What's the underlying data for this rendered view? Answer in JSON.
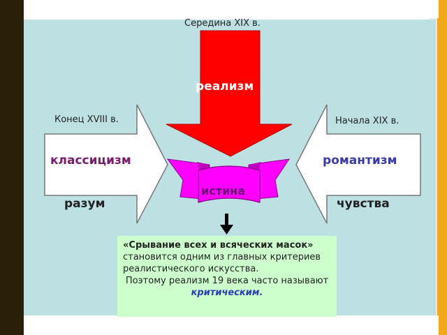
{
  "eras": {
    "mid19": "Середина XIX в.",
    "late18": "Конец XVIII в.",
    "early19": "Начала XIX в."
  },
  "movements": {
    "realism": "реализм",
    "classicism": "классицизм",
    "romanticism": "романтизм",
    "truth": "истина"
  },
  "principles": {
    "reason": "разум",
    "feelings": "чувства"
  },
  "quote": {
    "lead_bold": "«Срывание всех и всяческих масок»",
    "lead_rest": " становится одним из главных критериев реалистического искусства.",
    "line2": "Поэтому реализм 19 века часто называют ",
    "critical": "критическим."
  },
  "colors": {
    "realism_arrow": "#ff0000",
    "ribbon": "#ff00ff",
    "classicism_text": "#7a1a6e",
    "romanticism_text": "#3a3aa8",
    "quote_bg": "#ccffcc"
  }
}
